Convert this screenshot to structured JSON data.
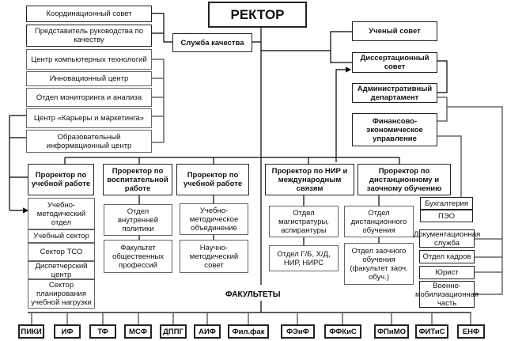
{
  "rector": "РЕКТОР",
  "left_units": [
    "Координационный совет",
    "Представитель руководства по качеству",
    "Центр компьютерных технологий",
    "Инновационный центр",
    "Отдел мониторинга и анализа",
    "Центр «Карьеры и маркетинга»",
    "Образовательный информационный центр"
  ],
  "quality_service": "Служба качества",
  "right_units": [
    "Ученый совет",
    "Диссертационный совет",
    "Административный департамент",
    "Финансово-экономическое управление"
  ],
  "prorectors": [
    "Проректор по учебной работе",
    "Проректор по воспитательной работе",
    "Проректор по учебной работе",
    "Проректор по НИР и международным связям",
    "Проректор по дистанционному и заочному обучению"
  ],
  "p1_units": [
    "Учебно-методический отдел",
    "Учебный сектор",
    "Сектор ТСО",
    "Диспетчерский центр",
    "Сектор планирования учебной нагрузки"
  ],
  "p2_units": [
    "Отдел внутренней политики",
    "Факультет общественных профессий"
  ],
  "p3_units": [
    "Учебно-методическое объединение",
    "Научно-методический совет"
  ],
  "p4_units": [
    "Отдел магистратуры, аспирантуры",
    "Отдел Г/Б, Х/Д, НИР, НИРС"
  ],
  "p5_units": [
    "Отдел дистанционного обучения",
    "Отдел заочного обучения (факультет заоч. обуч.)"
  ],
  "finance_units": [
    "Бухгалтерия",
    "ПЭО"
  ],
  "admin_units": [
    "Документационная служба",
    "Отдел кадров",
    "Юрист",
    "Военно-мобилизационная часть"
  ],
  "faculties_title": "ФАКУЛЬТЕТЫ",
  "faculties": [
    "ПИКИ",
    "ИФ",
    "ТФ",
    "МСФ",
    "ДППГ",
    "АИФ",
    "Фил.фак",
    "ФЭиФ",
    "ФФКиС",
    "ФПиМО",
    "ФИТиС",
    "ЕНФ"
  ]
}
